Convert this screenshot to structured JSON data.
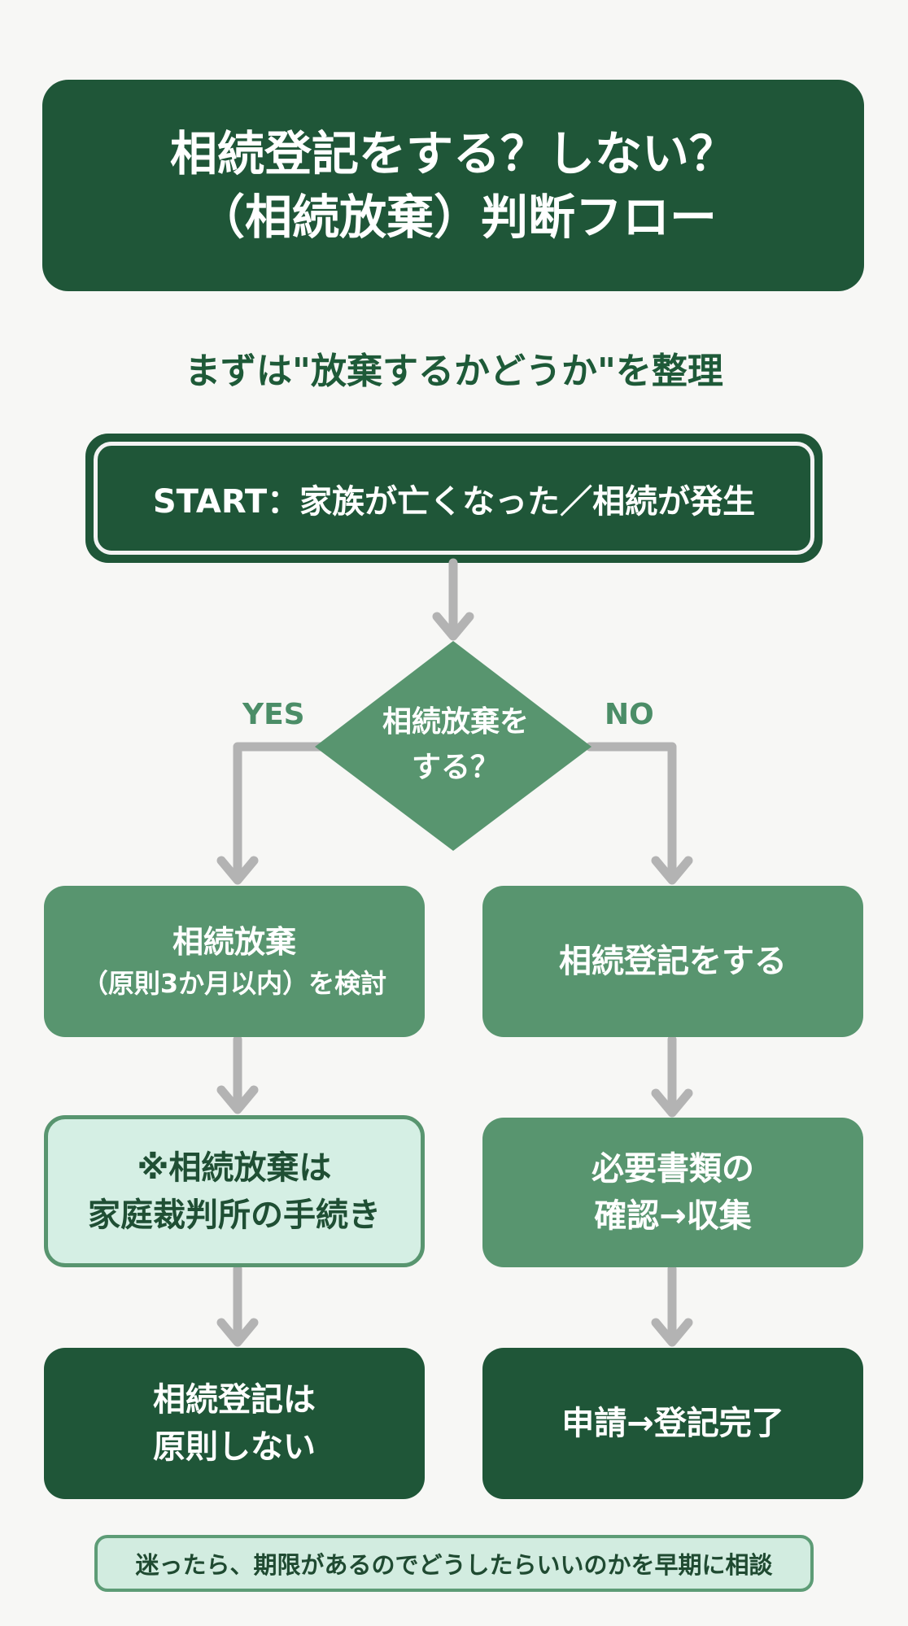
{
  "title": {
    "line1": "相続登記をする？しない？",
    "line2": "（相続放棄）判断フロー"
  },
  "subtitle": "まずは\"放棄するかどうか\"を整理",
  "start": "START：家族が亡くなった／相続が発生",
  "decision": {
    "line1": "相続放棄を",
    "line2": "する？",
    "yes_label": "YES",
    "no_label": "NO"
  },
  "yes_branch": {
    "step1": {
      "line1": "相続放棄",
      "line2": "（原則3か月以内）を検討"
    },
    "step2": {
      "line1": "※相続放棄は",
      "line2": "家庭裁判所の手続き"
    },
    "step3": {
      "line1": "相続登記は",
      "line2": "原則しない"
    }
  },
  "no_branch": {
    "step1": {
      "line1": "相続登記をする"
    },
    "step2": {
      "line1": "必要書類の",
      "line2": "確認→収集"
    },
    "step3": {
      "line1": "申請→登記完了"
    }
  },
  "footer_note": "迷ったら、期限があるのでどうしたらいいのかを早期に相談",
  "colors": {
    "dark_green": "#1f5638",
    "mid_green": "#58956f",
    "light_green": "#d5efe4",
    "connector_gray": "#b3b3b3",
    "background": "#f7f7f5"
  }
}
